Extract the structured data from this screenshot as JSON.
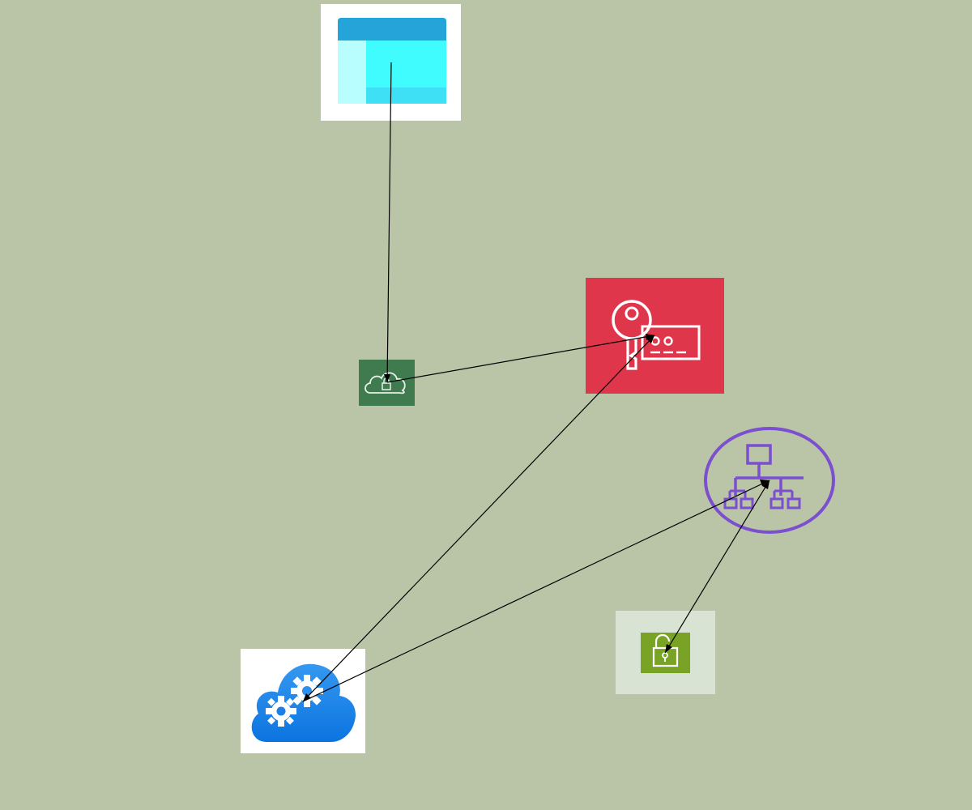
{
  "diagram": {
    "background": "#bac5a7",
    "nodes": [
      {
        "id": "window",
        "icon": "browser-window-icon",
        "color": "#41fcff"
      },
      {
        "id": "cloud-lock",
        "icon": "cloud-lock-icon",
        "color": "#3f7b4e"
      },
      {
        "id": "key-card",
        "icon": "key-card-icon",
        "color": "#e0364b"
      },
      {
        "id": "network",
        "icon": "network-hierarchy-icon",
        "color": "#7b4fd0"
      },
      {
        "id": "padlock",
        "icon": "padlock-icon",
        "color": "#79a325"
      },
      {
        "id": "cloud-gears",
        "icon": "cloud-gears-icon",
        "color": "#1e83ea"
      }
    ],
    "edges": [
      {
        "from": "window",
        "to": "cloud-lock"
      },
      {
        "from": "cloud-lock",
        "to": "key-card"
      },
      {
        "from": "key-card",
        "to": "cloud-gears"
      },
      {
        "from": "cloud-gears",
        "to": "key-card"
      },
      {
        "from": "cloud-gears",
        "to": "network"
      },
      {
        "from": "network",
        "to": "padlock"
      },
      {
        "from": "padlock",
        "to": "network"
      }
    ]
  }
}
